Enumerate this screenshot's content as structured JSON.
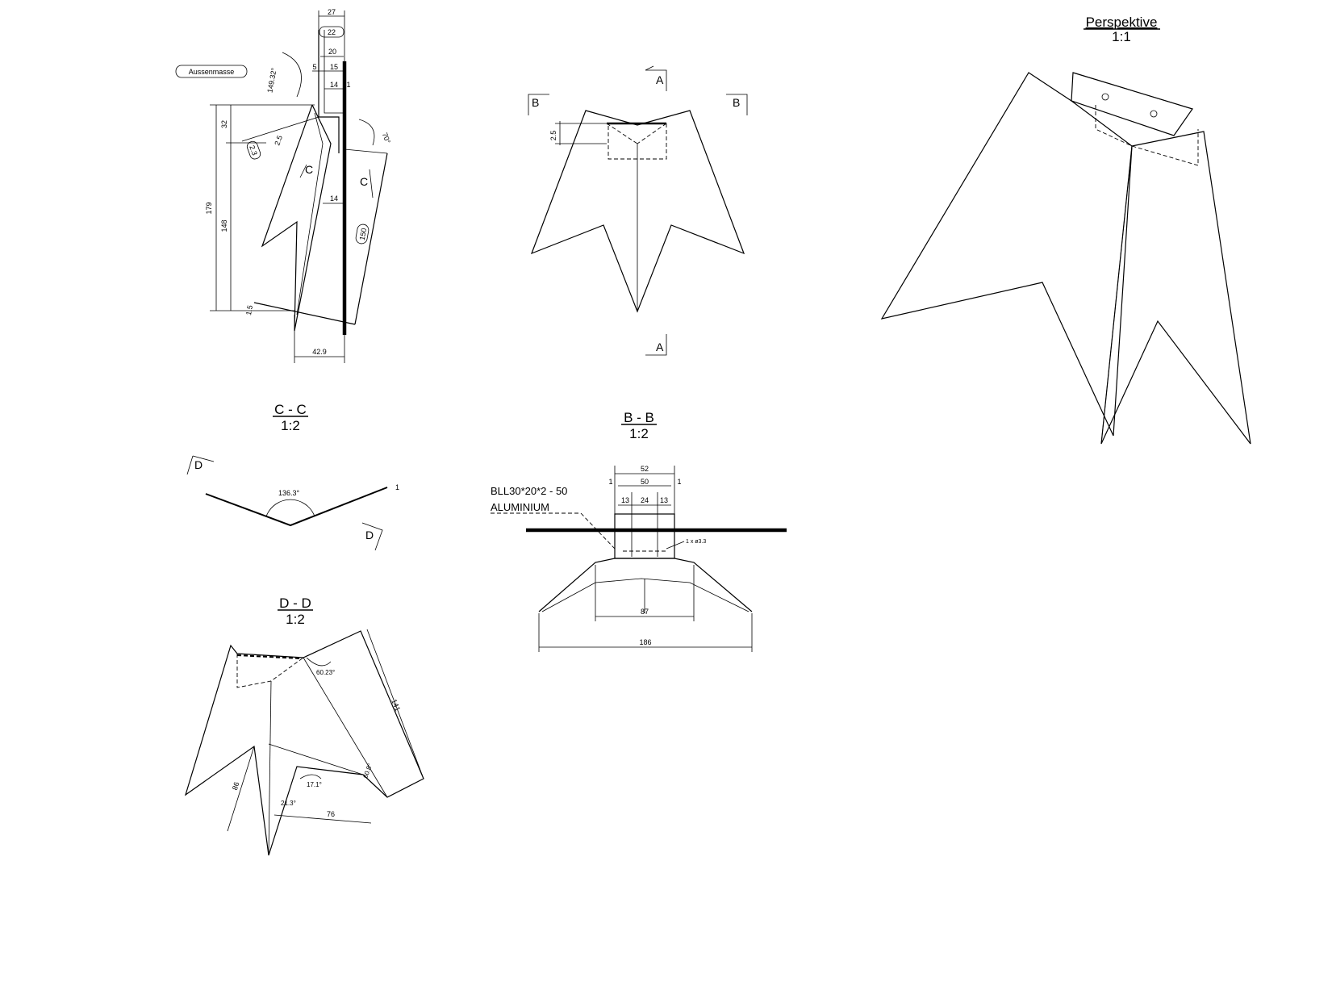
{
  "views": {
    "main": {
      "tag": "Aussenmasse",
      "dims": {
        "d27": "27",
        "d22": "22",
        "d20": "20",
        "d5": "5",
        "d15": "15",
        "d14a": "14",
        "d1": "1",
        "ang149": "149.32°",
        "d32": "32",
        "d25": "2.5",
        "d23": "2.3",
        "ang70": "70°",
        "d179": "179",
        "d148": "148",
        "d14b": "14",
        "d150": "150",
        "d15b": "1.5",
        "d429": "42.9"
      },
      "cut_c": "C"
    },
    "front": {
      "cut_a": "A",
      "cut_b": "B",
      "dim25": "2.5"
    },
    "perspective": {
      "title": "Perspektive",
      "scale": "1:1"
    },
    "section_cc": {
      "title": "C - C",
      "scale": "1:2",
      "angle": "136.3°",
      "cut_d": "D",
      "dim1": "1"
    },
    "section_bb": {
      "title": "B - B",
      "scale": "1:2",
      "note_line1": "BLL30*20*2 - 50",
      "note_line2": "ALUMINIUM",
      "dims": {
        "d52": "52",
        "d50": "50",
        "d1l": "1",
        "d1r": "1",
        "d13l": "13",
        "d24": "24",
        "d13r": "13",
        "d87": "87",
        "d186": "186",
        "hole": "1 x ø3.3"
      }
    },
    "section_dd": {
      "title": "D - D",
      "scale": "1:2",
      "dims": {
        "ang60": "60.23°",
        "d141": "141",
        "d86": "86",
        "ang213": "21.3°",
        "ang171": "17.1°",
        "d76": "76",
        "ang608": "60.8°"
      }
    }
  }
}
